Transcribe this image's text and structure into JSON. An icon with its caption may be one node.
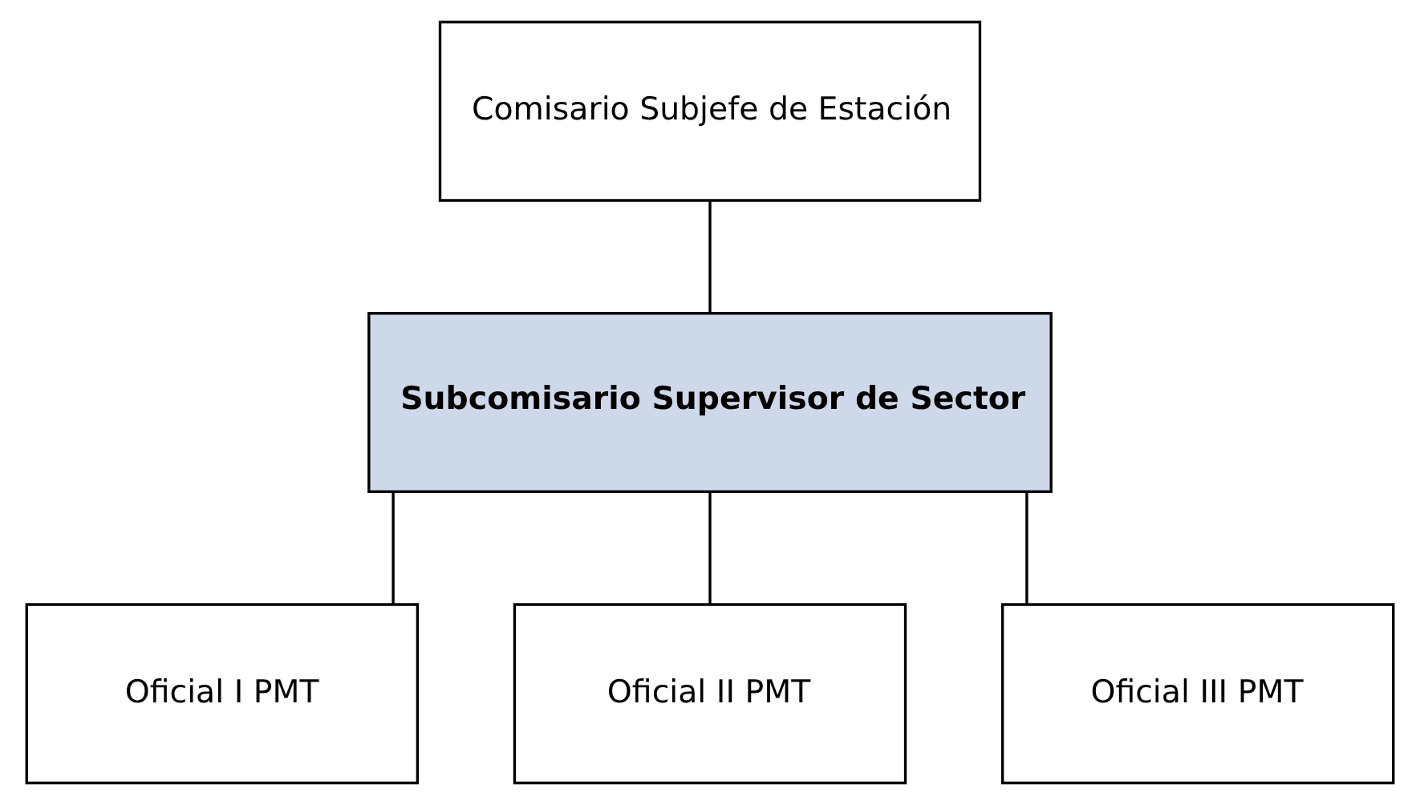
{
  "diagram": {
    "nodes": [
      {
        "text": [
          "Comisario Subjefe de Estación"
        ]
      },
      {
        "text": [
          "Subcomisario Supervisor de Sector"
        ]
      },
      {
        "text": [
          "Oficial I PMT"
        ]
      },
      {
        "text": [
          "Oficial II PMT"
        ]
      },
      {
        "text": [
          "Oficial III PMT"
        ]
      }
    ],
    "edges": [
      {
        "from": 0,
        "to": 1,
        "arrow": "none"
      },
      {
        "from": 1,
        "to": 2,
        "arrow": "none"
      },
      {
        "from": 1,
        "to": 3,
        "arrow": "none"
      },
      {
        "from": 1,
        "to": 4,
        "arrow": "none"
      }
    ]
  }
}
